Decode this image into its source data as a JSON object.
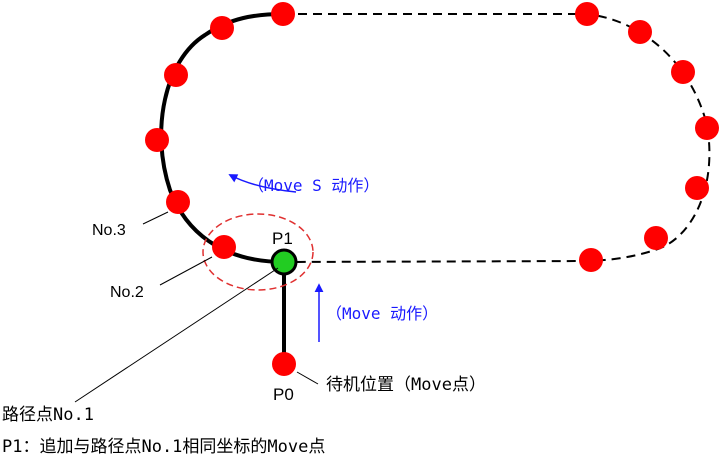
{
  "labels": {
    "p1": "P1",
    "p0": "P0",
    "no2": "No.2",
    "no3": "No.3",
    "move_s": "（Move S 动作）",
    "move": "（Move 动作）",
    "standby": "待机位置（Move点）",
    "path_point": "路径点No.1",
    "p1_note": "P1：追加与路径点No.1相同坐标的Move点"
  },
  "colors": {
    "point_fill": "#ff0000",
    "current_point_fill": "#22cc22",
    "line": "#000000",
    "arrow": "#1a1aff",
    "highlight_ring": "#e03030",
    "text": "#000000"
  }
}
